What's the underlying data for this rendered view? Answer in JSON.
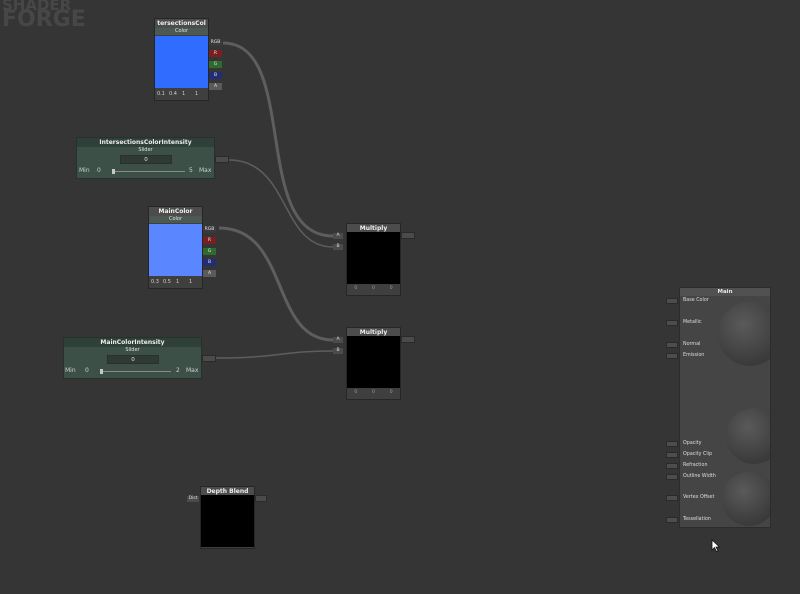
{
  "logo": {
    "line1": "SHADER",
    "line2": "FORGE"
  },
  "nodes": {
    "intersections_color": {
      "title": "tersectionsCol",
      "subtitle": "Color",
      "swatch_color": "#2f6cff",
      "ports": [
        "RGB",
        "R",
        "G",
        "B",
        "A"
      ],
      "values": [
        "0.1",
        "0.4",
        "1",
        "1"
      ]
    },
    "intersections_intensity": {
      "title": "IntersectionsColorIntensity",
      "subtitle": "Slider",
      "value": "0",
      "min_label": "Min",
      "min_value": "0",
      "max_value": "5",
      "max_label": "Max",
      "slider_level": 0.0
    },
    "main_color": {
      "title": "MainColor",
      "subtitle": "Color",
      "swatch_color": "#5a86ff",
      "ports": [
        "RGB",
        "R",
        "G",
        "B",
        "A"
      ],
      "values": [
        "0.3",
        "0.5",
        "1",
        "1"
      ]
    },
    "main_intensity": {
      "title": "MainColorIntensity",
      "subtitle": "Slider",
      "value": "0",
      "min_label": "Min",
      "min_value": "0",
      "max_value": "2",
      "max_label": "Max",
      "slider_level": 0.0
    },
    "multiply1": {
      "title": "Multiply",
      "inputs": [
        "A",
        "B"
      ],
      "values": [
        "0",
        "0",
        "0"
      ]
    },
    "multiply2": {
      "title": "Multiply",
      "inputs": [
        "A",
        "B"
      ],
      "values": [
        "0",
        "0",
        "0"
      ]
    },
    "depth_blend": {
      "title": "Depth Blend",
      "input": "Dist"
    }
  },
  "main_panel": {
    "title": "Main",
    "rows": [
      {
        "label": "Base Color",
        "dim": false,
        "socket": true
      },
      {
        "label": "Metallic",
        "dim": false,
        "socket": true
      },
      {
        "label": "Normal",
        "dim": false,
        "socket": true
      },
      {
        "label": "Emission",
        "dim": false,
        "socket": true
      },
      {
        "label": "Opacity",
        "dim": false,
        "socket": true
      },
      {
        "label": "Opacity Clip",
        "dim": false,
        "socket": true
      },
      {
        "label": "Refraction",
        "dim": false,
        "socket": true
      },
      {
        "label": "Outline Width",
        "dim": false,
        "socket": true
      },
      {
        "label": "Vertex Offset",
        "dim": false,
        "socket": true
      },
      {
        "label": "Tessellation",
        "dim": false,
        "socket": true
      }
    ]
  }
}
